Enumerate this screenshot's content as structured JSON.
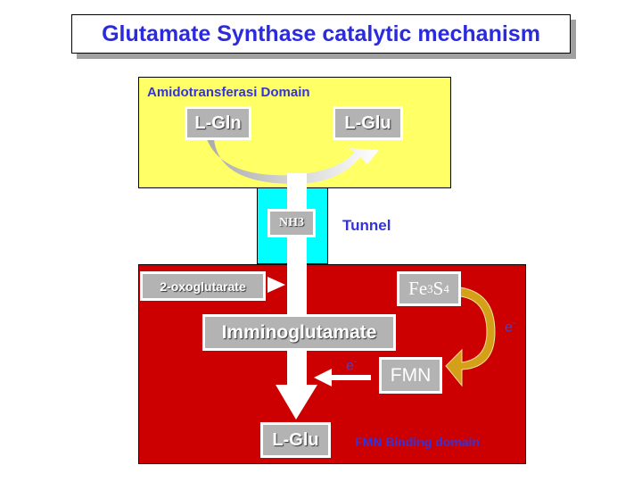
{
  "title": "Glutamate Synthase catalytic mechanism",
  "amido": {
    "label": "Amidotransferasi Domain",
    "substrate": "L-Gln",
    "product": "L-Glu"
  },
  "tunnel": {
    "label": "Tunnel",
    "molecule": "NH3"
  },
  "fmn_domain": {
    "label": "FMN Binding domain",
    "substrate": "2-oxoglutarate",
    "intermediate": "Imminoglutamate",
    "product": "L-Glu",
    "cluster_fe": "Fe",
    "cluster_fe_sub": "3",
    "cluster_s": "S",
    "cluster_s_sub": "4",
    "cofactor": "FMN",
    "electron": "e",
    "electron_charge": "-"
  },
  "colors": {
    "title": "#2b2bdd",
    "amido_domain": "#ffff66",
    "tunnel": "#00ffff",
    "fmn_domain": "#cc0000",
    "electron_arrow": "#d4a017"
  }
}
